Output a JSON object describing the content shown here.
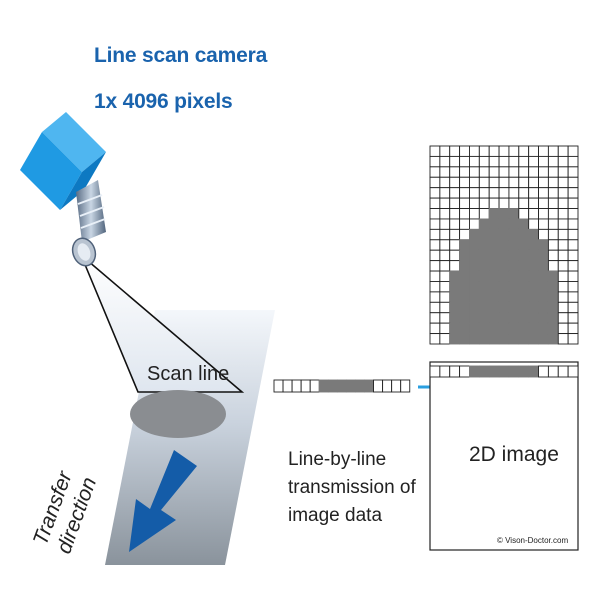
{
  "camera": {
    "title_line1": "Line scan camera",
    "title_line2": "1x 4096 pixels"
  },
  "scan_line_label": "Scan line",
  "transfer_label": {
    "line1": "Transfer",
    "line2": "direction"
  },
  "transmission_label": {
    "line1": "Line-by-line",
    "line2": "transmission of",
    "line3": "image data"
  },
  "image_label": "2D image",
  "credit": "© Vison-Doctor.com",
  "colors": {
    "title": "#1a63ad",
    "camera_blue": "#1f9ae3",
    "arrow_blue": "#1a63ad",
    "pixel_gray": "#7a7a7a",
    "transmit_arrow": "#2a9fe0"
  }
}
